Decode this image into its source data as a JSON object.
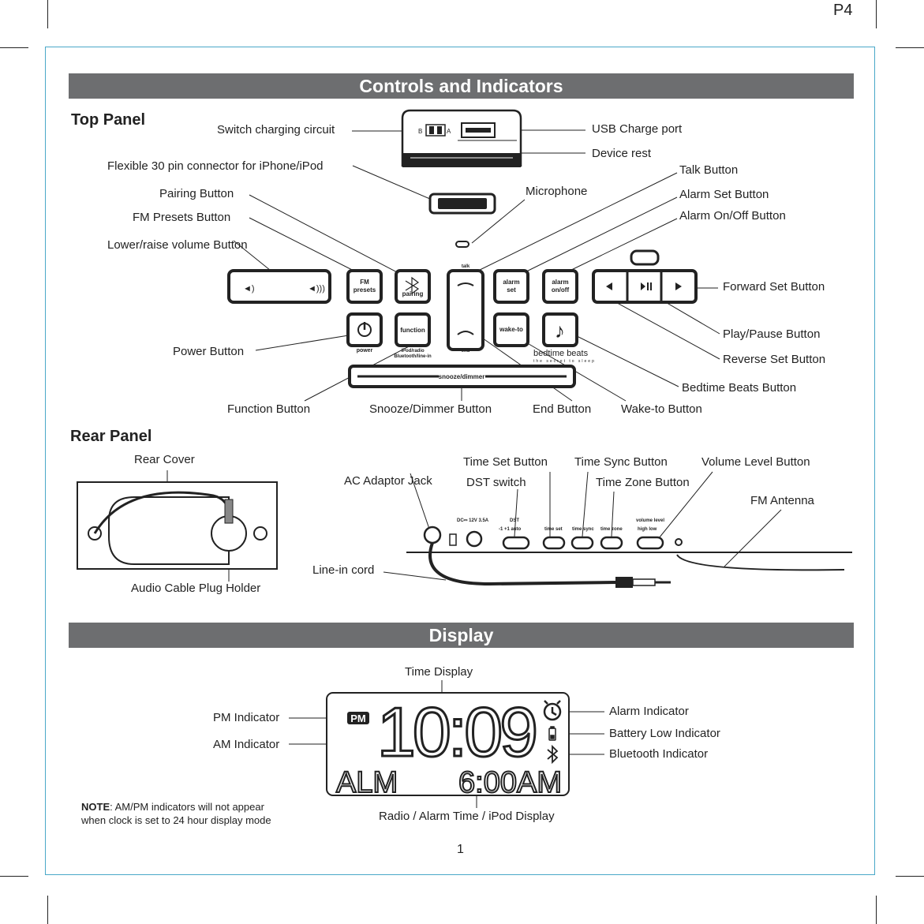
{
  "page_label": "P4",
  "page_number": "1",
  "sections": {
    "controls": "Controls and Indicators",
    "display": "Display"
  },
  "top_panel": {
    "heading": "Top Panel",
    "labels": {
      "switch_charging": "Switch charging circuit",
      "flexible_connector": "Flexible 30 pin connector for iPhone/iPod",
      "pairing": "Pairing Button",
      "fm_presets": "FM Presets Button",
      "volume": "Lower/raise volume Button",
      "power": "Power Button",
      "function": "Function Button",
      "snooze": "Snooze/Dimmer Button",
      "end": "End Button",
      "wake_to": "Wake-to Button",
      "usb": "USB Charge port",
      "device_rest": "Device rest",
      "microphone": "Microphone",
      "talk": "Talk Button",
      "alarm_set": "Alarm Set Button",
      "alarm_onoff": "Alarm On/Off Button",
      "forward": "Forward Set Button",
      "play": "Play/Pause Button",
      "reverse": "Reverse Set Button",
      "bedtime": "Bedtime Beats Button"
    },
    "device_text": {
      "switch_b": "B",
      "switch_a": "A",
      "fm_line1": "FM",
      "fm_line2": "presets",
      "pairing": "pairing",
      "talk": "talk",
      "alarm_set_1": "alarm",
      "alarm_set_2": "set",
      "alarm_on_1": "alarm",
      "alarm_on_2": "on/off",
      "power": "power",
      "function": "function",
      "ipod_1": "iPod/radio",
      "ipod_2": "Bluetooth/line-in",
      "end": "end",
      "wake_to": "wake-to",
      "brand": "bedtime beats",
      "brand_tag": "the secret to sleep",
      "snooze": "snooze/dimmer"
    }
  },
  "rear_panel": {
    "heading": "Rear Panel",
    "labels": {
      "rear_cover": "Rear Cover",
      "audio_holder": "Audio Cable Plug Holder",
      "ac_jack": "AC Adaptor Jack",
      "time_set": "Time Set Button",
      "dst": "DST switch",
      "time_sync": "Time Sync Button",
      "time_zone": "Time Zone Button",
      "volume_level": "Volume Level Button",
      "fm_antenna": "FM Antenna",
      "line_in": "Line-in cord"
    },
    "device_text": {
      "dc": "DC⎓ 12V  3.5A",
      "dst": "DST",
      "dst_opts": "-1    +1    auto",
      "time_set": "time set",
      "time_sync": "time sync",
      "time_zone": "time zone",
      "volume_level": "volume level",
      "vol_opts": "high      low"
    }
  },
  "display": {
    "labels": {
      "time_display": "Time Display",
      "pm": "PM Indicator",
      "am": "AM Indicator",
      "alarm": "Alarm Indicator",
      "battery": "Battery Low Indicator",
      "bluetooth": "Bluetooth Indicator",
      "radio": "Radio / Alarm Time / iPod Display"
    },
    "lcd": {
      "pm": "PM",
      "time": "10:09",
      "bottom_left": "ALM",
      "bottom_right": "6:00AM"
    },
    "note_bold": "NOTE",
    "note_1": ": AM/PM indicators will not appear",
    "note_2": "when clock is set to 24 hour display mode"
  }
}
